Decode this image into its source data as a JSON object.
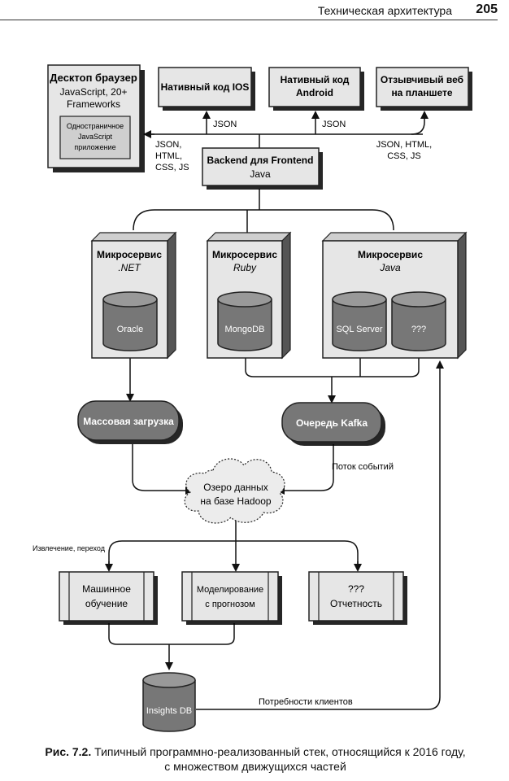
{
  "header": {
    "section_title": "Техническая архитектура",
    "page_number": "205"
  },
  "nodes": {
    "desktop": {
      "title": "Десктоп браузер",
      "line2": "JavaScript, 20+",
      "line3": "Frameworks",
      "inner1": "Одностраничное",
      "inner2": "JavaScript",
      "inner3": "приложение"
    },
    "ios": {
      "title": "Нативный код IOS"
    },
    "android": {
      "line1": "Нативный код",
      "line2": "Android"
    },
    "tablet": {
      "line1": "Отзывчивый веб",
      "line2": "на планшете"
    },
    "bff": {
      "title": "Backend для Frontend",
      "sub": "Java"
    },
    "ms_net": {
      "title": "Микросервис",
      "sub": ".NET",
      "db": "Oracle"
    },
    "ms_ruby": {
      "title": "Микросервис",
      "sub": "Ruby",
      "db": "MongoDB"
    },
    "ms_java": {
      "title": "Микросервис",
      "sub": "Java",
      "db1": "SQL Server",
      "db2": "???"
    },
    "bulk": {
      "label": "Массовая загрузка"
    },
    "kafka": {
      "label": "Очередь Kafka"
    },
    "lake": {
      "line1": "Озеро данных",
      "line2": "на базе Hadoop"
    },
    "ml": {
      "line1": "Машинное",
      "line2": "обучение"
    },
    "model": {
      "line1": "Моделирование",
      "line2": "с прогнозом"
    },
    "report": {
      "line1": "???",
      "line2": "Отчетность"
    },
    "insights": {
      "label": "Insights DB"
    }
  },
  "edge_labels": {
    "json_ios": "JSON",
    "json_android": "JSON",
    "desktop_1": "JSON,",
    "desktop_2": "HTML,",
    "desktop_3": "CSS, JS",
    "tablet_1": "JSON, HTML,",
    "tablet_2": "CSS, JS",
    "event_stream": "Поток событий",
    "extract": "Извлечение, переход",
    "customer_needs": "Потребности клиентов"
  },
  "caption": {
    "label": "Рис. 7.2.",
    "line1": "Типичный программно-реализованный стек, относящийся к 2016 году,",
    "line2": "с множеством движущихся частей"
  },
  "colors": {
    "box_fill": "#e6e6e6",
    "dark_fill": "#777777",
    "stroke": "#222222"
  }
}
